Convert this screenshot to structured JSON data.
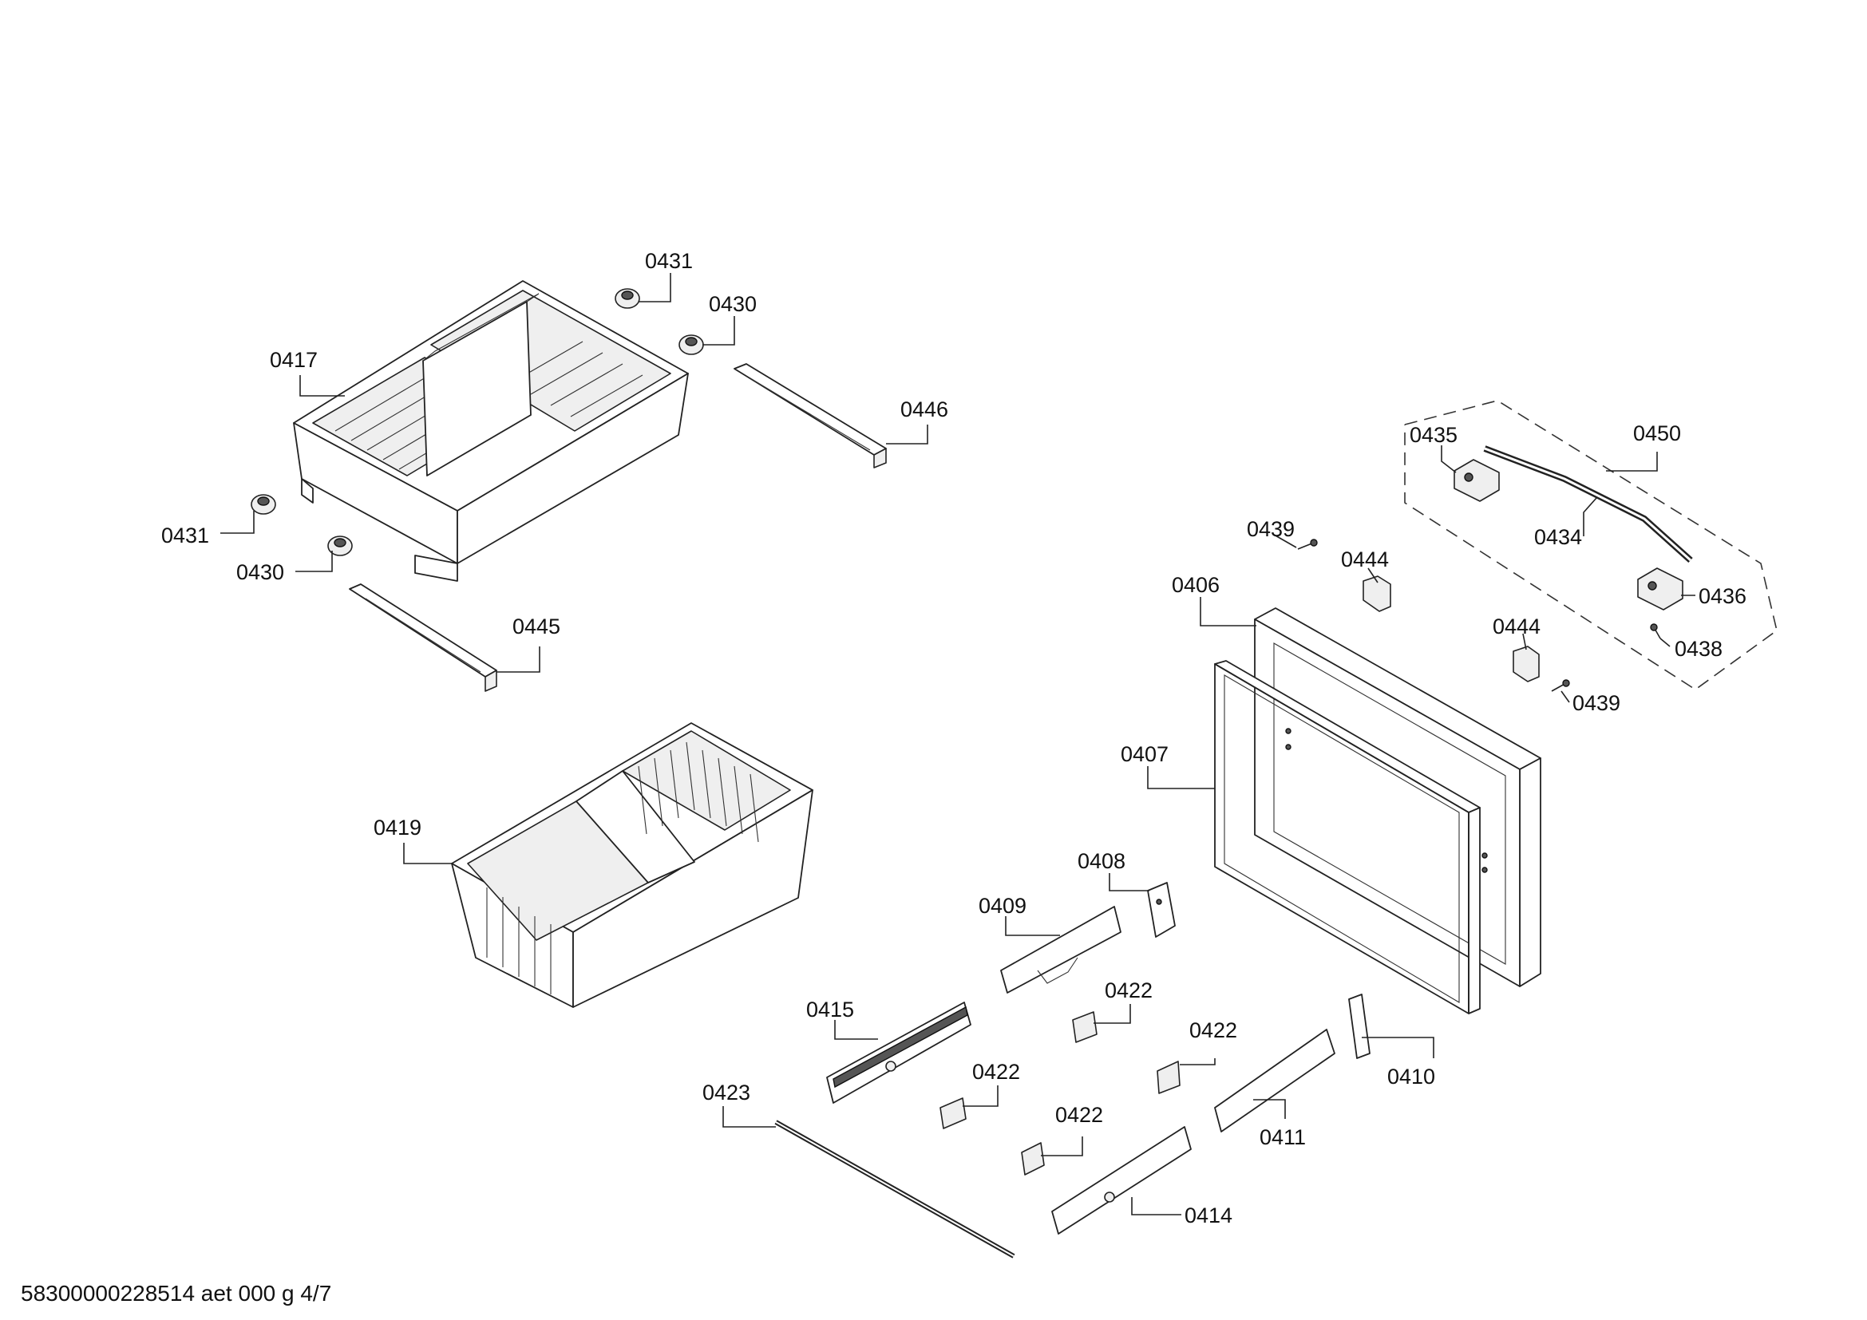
{
  "labels": {
    "l0431a": "0431",
    "l0430a": "0430",
    "l0417": "0417",
    "l0446": "0446",
    "l0431b": "0431",
    "l0430b": "0430",
    "l0445": "0445",
    "l0419": "0419",
    "l0435": "0435",
    "l0450": "0450",
    "l0434": "0434",
    "l0436": "0436",
    "l0438": "0438",
    "l0439a": "0439",
    "l0444a": "0444",
    "l0406": "0406",
    "l0444b": "0444",
    "l0439b": "0439",
    "l0407": "0407",
    "l0408": "0408",
    "l0409": "0409",
    "l0422a": "0422",
    "l0415": "0415",
    "l0422b": "0422",
    "l0410": "0410",
    "l0422c": "0422",
    "l0411": "0411",
    "l0423": "0423",
    "l0422d": "0422",
    "l0414": "0414"
  },
  "footer": "58300000228514 aet 000 g 4/7"
}
